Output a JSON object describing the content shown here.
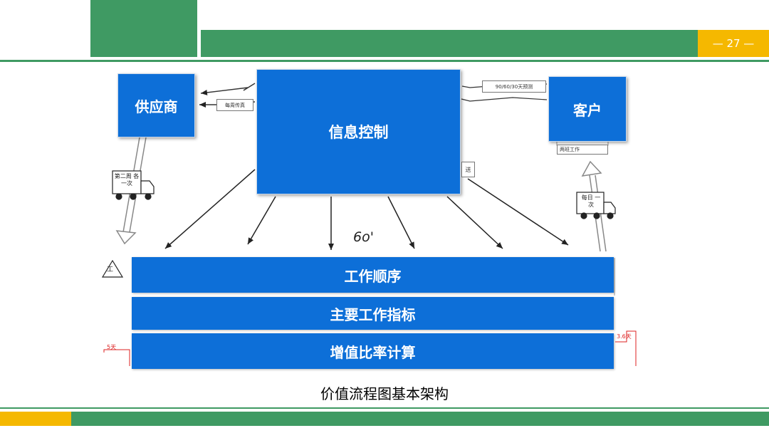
{
  "page_number": "— 27 —",
  "colors": {
    "brand_green": "#3f9a63",
    "accent_yellow": "#f5b800",
    "box_blue": "#0d6fd8"
  },
  "diagram": {
    "supplier": "供应商",
    "info_control": "信息控制",
    "customer": "客户",
    "rows": [
      "工作顺序",
      "主要工作指标",
      "增值比率计算"
    ],
    "tag_weekly": "每周传真",
    "tag_order": "90/60/30天预测",
    "tag_shift": "两班工作",
    "tag_send": "送",
    "truck_left": "第二周 各一次",
    "truck_right": "每日 一次",
    "handwriting": "6o'",
    "inventory_symbol": "工",
    "timeline_left": "5天",
    "timeline_right": "3.6天"
  },
  "caption": "价值流程图基本架构"
}
